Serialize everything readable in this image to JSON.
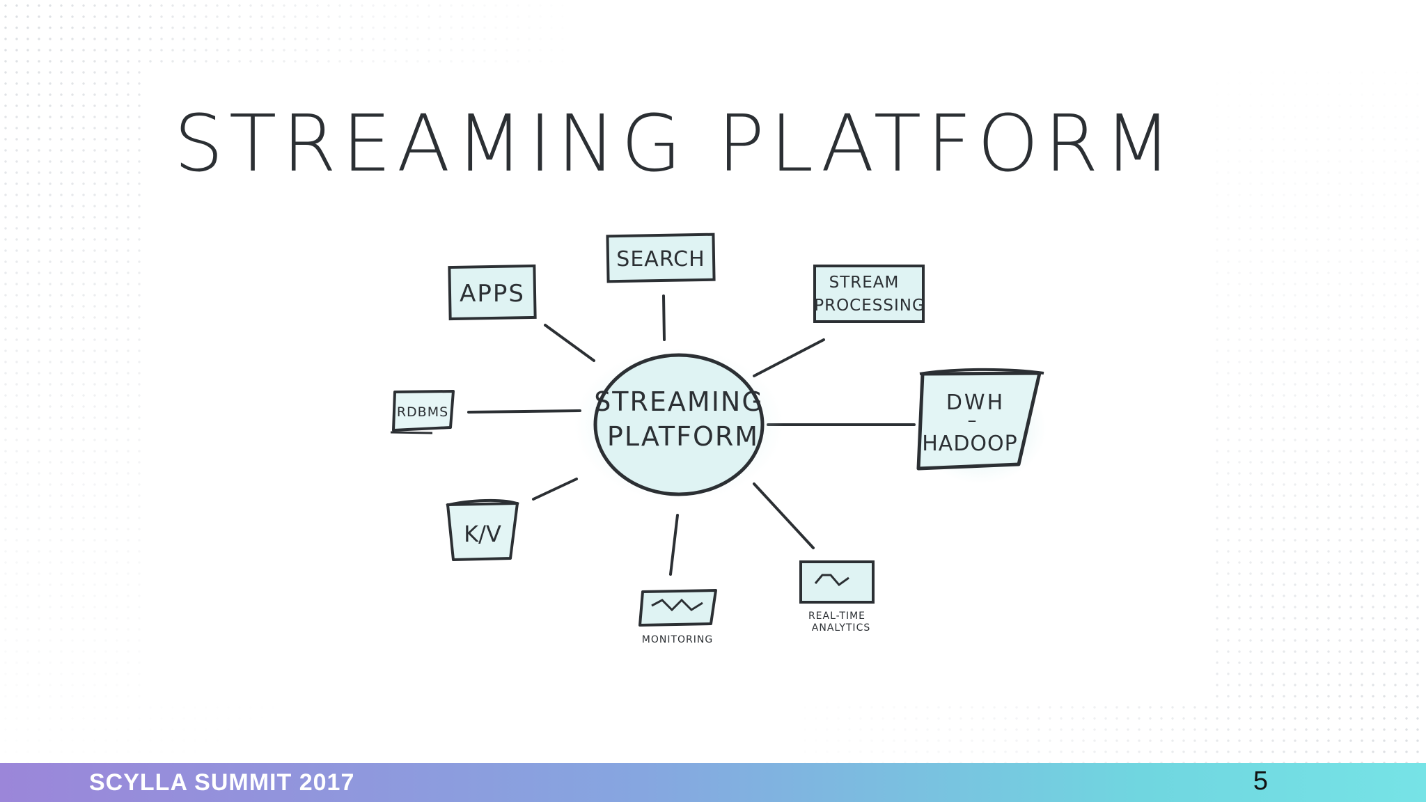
{
  "slide": {
    "title": "STREAMING PLATFORM",
    "footer_brand": "SCYLLA SUMMIT 2017",
    "page_number": "5"
  },
  "diagram": {
    "center": [
      "STREAMING",
      "PLATFORM"
    ],
    "nodes": {
      "search": "SEARCH",
      "apps": "APPS",
      "stream_processing": [
        "STREAM",
        "PROCESSING"
      ],
      "rdbms": "RDBMS",
      "dwh": [
        "DWH",
        "–",
        "HADOOP"
      ],
      "kv": "K/V",
      "monitoring": "MONITORING",
      "analytics": [
        "REAL-TIME",
        "ANALYTICS"
      ]
    }
  },
  "colors": {
    "ink": "#2b2f33",
    "fill": "#d9f1f1",
    "footer_start": "#9b86d9",
    "footer_end": "#76e3e6"
  }
}
